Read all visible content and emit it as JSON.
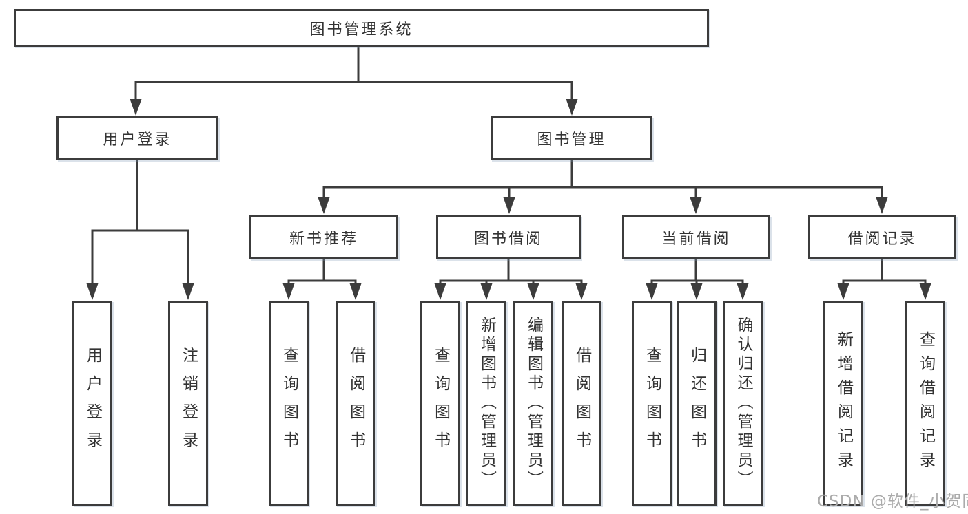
{
  "diagram": {
    "title": "图书管理系统",
    "root": {
      "label": "图书管理系统"
    },
    "branches": [
      {
        "label": "用户登录",
        "children": [
          {
            "label": "用户登录"
          },
          {
            "label": "注销登录"
          }
        ]
      },
      {
        "label": "图书管理",
        "sections": [
          {
            "label": "新书推荐",
            "children": [
              {
                "label": "查询图书"
              },
              {
                "label": "借阅图书"
              }
            ]
          },
          {
            "label": "图书借阅",
            "children": [
              {
                "label": "查询图书"
              },
              {
                "label": "新增图书（管理员）"
              },
              {
                "label": "编辑图书（管理员）"
              },
              {
                "label": "借阅图书"
              }
            ]
          },
          {
            "label": "当前借阅",
            "children": [
              {
                "label": "查询图书"
              },
              {
                "label": "归还图书"
              },
              {
                "label": "确认归还（管理员）"
              }
            ]
          },
          {
            "label": "借阅记录",
            "children": [
              {
                "label": "新增借阅记录"
              },
              {
                "label": "查询借阅记录"
              }
            ]
          }
        ]
      }
    ],
    "colors": {
      "background": "#ffffff",
      "line": "#3c3c3c",
      "box_border": "#3c3c3c",
      "text": "#333333",
      "watermark": "#ababab"
    }
  },
  "watermark": {
    "text": "CSDN @软件_小贺同学"
  }
}
